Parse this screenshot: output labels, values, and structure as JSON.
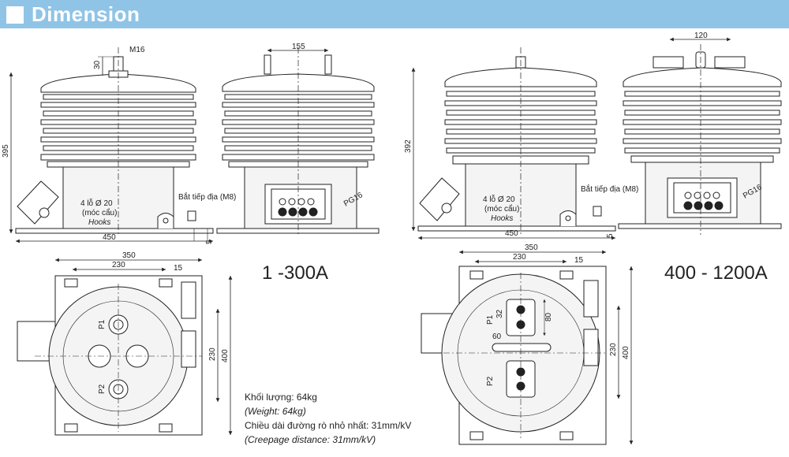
{
  "header": {
    "title": "Dimension"
  },
  "front_left": {
    "thread": "M16",
    "height_30": "30",
    "height_395": "395",
    "holes": "4 lỗ Ø 20",
    "hooks_vn": "(móc cẩu)",
    "hooks": "Hooks",
    "width_450": "450"
  },
  "side_left": {
    "width_155": "155",
    "earth": "Bắt tiếp địa (M8)",
    "gland": "PG16",
    "base_5": "5"
  },
  "front_right": {
    "height_392": "392",
    "holes": "4 lỗ Ø 20",
    "hooks_vn": "(móc cẩu)",
    "hooks": "Hooks",
    "width_450": "450"
  },
  "side_right": {
    "width_120": "120",
    "earth": "Bắt tiếp địa (M8)",
    "gland": "PG16",
    "base_5": "5"
  },
  "plan_left": {
    "w350": "350",
    "w230": "230",
    "w15": "15",
    "h230": "230",
    "h400": "400",
    "p1": "P1",
    "p2": "P2"
  },
  "plan_right": {
    "w350": "350",
    "w230": "230",
    "w15": "15",
    "h230": "230",
    "h400": "400",
    "p1": "P1",
    "p2": "P2",
    "d32": "32",
    "d80": "80",
    "d60": "60"
  },
  "ranges": {
    "left": "1 -300A",
    "right": "400 - 1200A"
  },
  "notes": {
    "weight_vn": "Khối lượng: 64kg",
    "weight_en": "(Weight: 64kg)",
    "creep_vn": "Chiều dài đường rò nhỏ nhất: 31mm/kV",
    "creep_en": "(Creepage distance: 31mm/kV)"
  }
}
